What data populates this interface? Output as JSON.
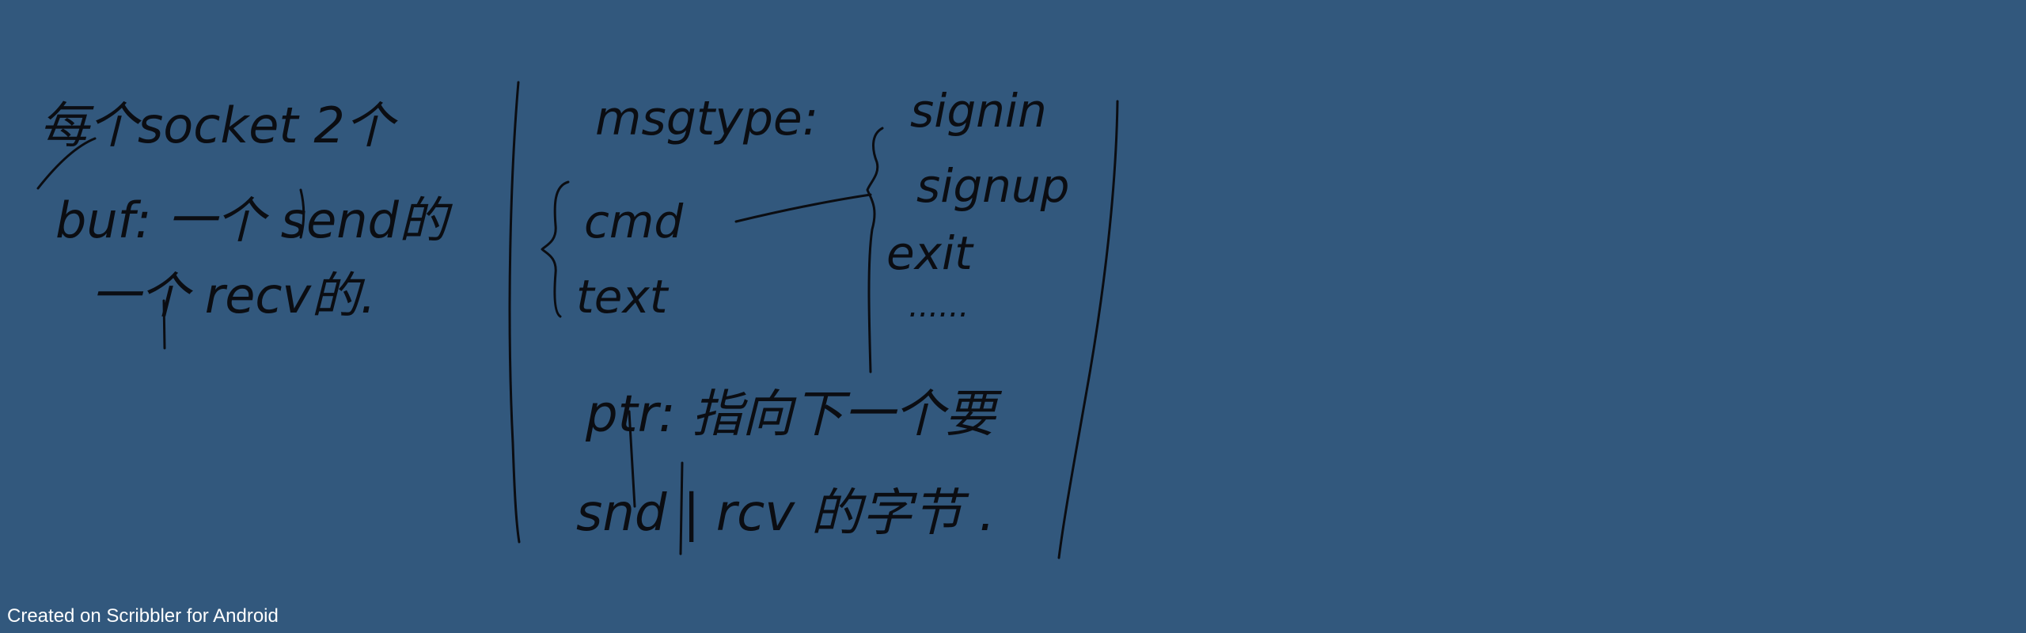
{
  "canvas": {
    "background_color": "#32587d",
    "ink_color": "#0b0d12"
  },
  "handwriting": {
    "left_section": {
      "line1": "每个socket 2个",
      "line2": "buf: 一个 send的",
      "line3": "一个 recv的."
    },
    "middle_section": {
      "label": "msgtype:",
      "options": [
        "cmd",
        "text"
      ],
      "ptr_note_line1": "ptr: 指向下一个要",
      "ptr_note_line2": "snd | rcv 的字节 ."
    },
    "right_section": {
      "cmd_values": [
        "signin",
        "signup",
        "exit",
        "......"
      ]
    }
  },
  "footer": {
    "text": "Created on Scribbler for Android"
  }
}
